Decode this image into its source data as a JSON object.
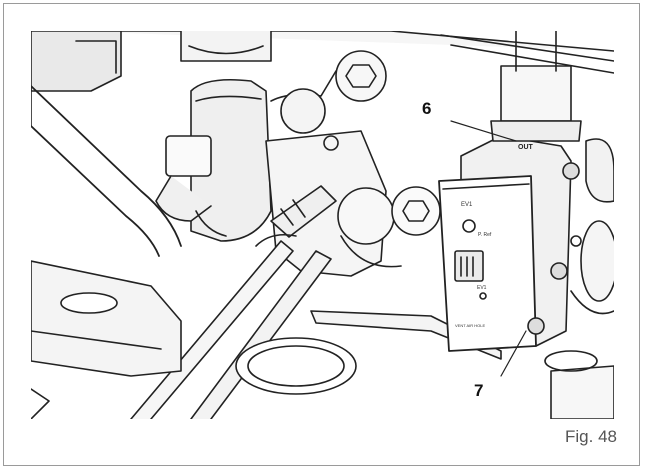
{
  "figure": {
    "caption": "Fig. 48",
    "callouts": [
      "6",
      "7"
    ],
    "device_labels": {
      "outlet": "OUT",
      "ev1_top": "EV1",
      "p_ref": "P. Ref",
      "ev1_bottom": "EV1",
      "footer": "VENT AIR HOLE"
    },
    "icon": "gas-valve-illustration-icon"
  }
}
